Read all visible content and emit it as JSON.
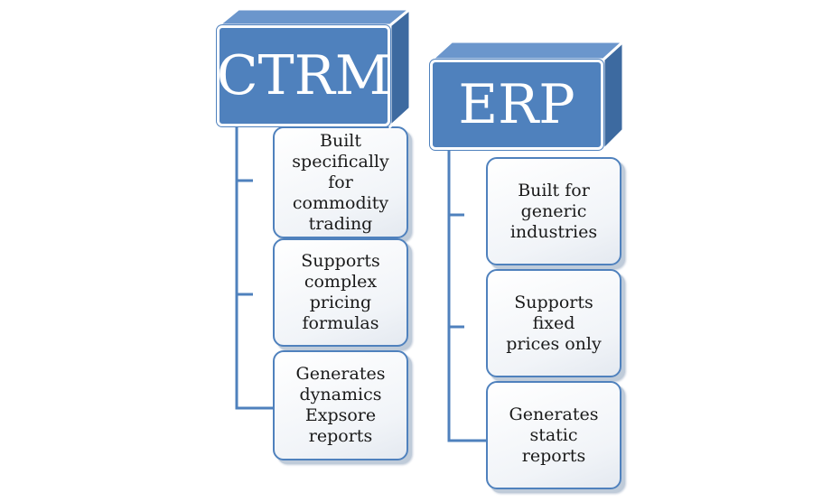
{
  "columns": [
    {
      "header": "CTRM",
      "items": [
        {
          "lines": [
            "Built specifically",
            "for commodity",
            "trading"
          ]
        },
        {
          "lines": [
            "Supports",
            "complex pricing",
            "formulas"
          ]
        },
        {
          "lines": [
            "Generates",
            "dynamics",
            "Expsore reports"
          ]
        }
      ]
    },
    {
      "header": "ERP",
      "items": [
        {
          "lines": [
            "Built for generic",
            "industries"
          ]
        },
        {
          "lines": [
            "Supports fixed",
            "prices only"
          ]
        },
        {
          "lines": [
            "Generates static",
            "reports"
          ]
        }
      ]
    }
  ],
  "colors": {
    "header_fill": "#4f81bd",
    "header_side": "#3d6aa0",
    "header_top": "#6b96cc",
    "line": "#4f81bd"
  }
}
